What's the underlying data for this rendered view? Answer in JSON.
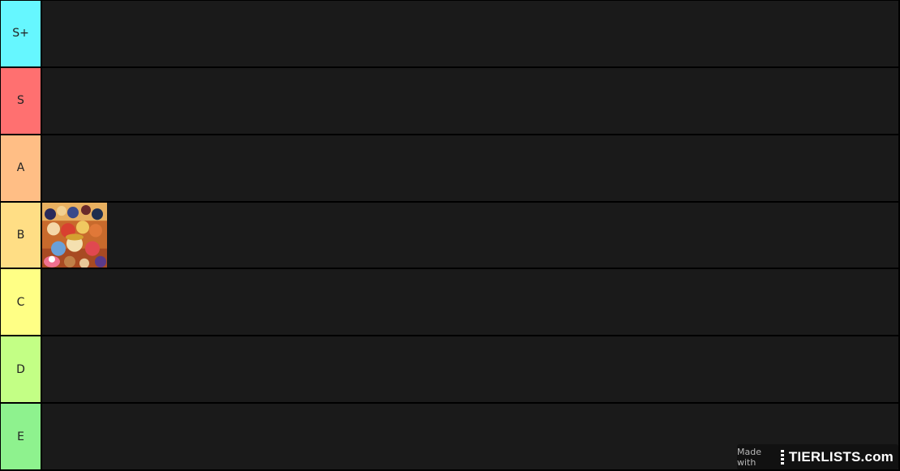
{
  "tiers": [
    {
      "label": "S+",
      "color": "#66f7ff",
      "items": []
    },
    {
      "label": "S",
      "color": "#ff7070",
      "items": []
    },
    {
      "label": "A",
      "color": "#ffbe85",
      "items": []
    },
    {
      "label": "B",
      "color": "#ffde85",
      "items": [
        {
          "name": "one-piece-crew-image"
        }
      ]
    },
    {
      "label": "C",
      "color": "#ffff85",
      "items": []
    },
    {
      "label": "D",
      "color": "#c3ff85",
      "items": []
    },
    {
      "label": "E",
      "color": "#8ef28e",
      "items": []
    }
  ],
  "watermark": {
    "made_with": "Made with",
    "brand": "TIERLISTS.com"
  },
  "colors": {
    "row_background": "#1a1a1a",
    "border": "#000000"
  }
}
